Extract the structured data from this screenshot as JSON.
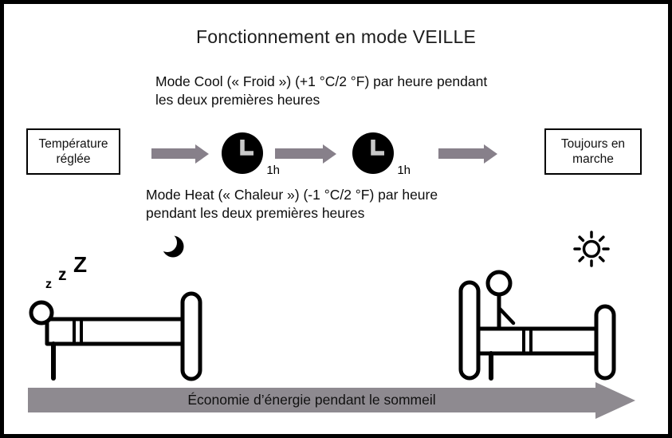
{
  "diagram": {
    "title": "Fonctionnement en mode VEILLE",
    "cool_mode_text": "Mode Cool (« Froid ») (+1 °C/2 °F) par heure pendant les deux premières heures",
    "heat_mode_text": "Mode Heat (« Chaleur ») (-1 °C/2 °F) par heure pendant les deux premières heures",
    "start_box_label": "Température réglée",
    "end_box_label": "Toujours en marche",
    "clock1_label": "1h",
    "clock2_label": "1h",
    "sleep_z": [
      "z",
      "z",
      "Z"
    ],
    "energy_arrow_label": "Économie d’énergie pendant le sommeil",
    "icons": {
      "clock": "black clock face with light hands at 12 and 3",
      "moon": "crescent moon",
      "sun": "sun with rays"
    },
    "colors": {
      "flow_arrow": "#87808a",
      "energy_arrow": "#8e8a90",
      "clock_hands": "#c9c9c9",
      "frame_border": "#000000",
      "background": "#ffffff"
    }
  }
}
